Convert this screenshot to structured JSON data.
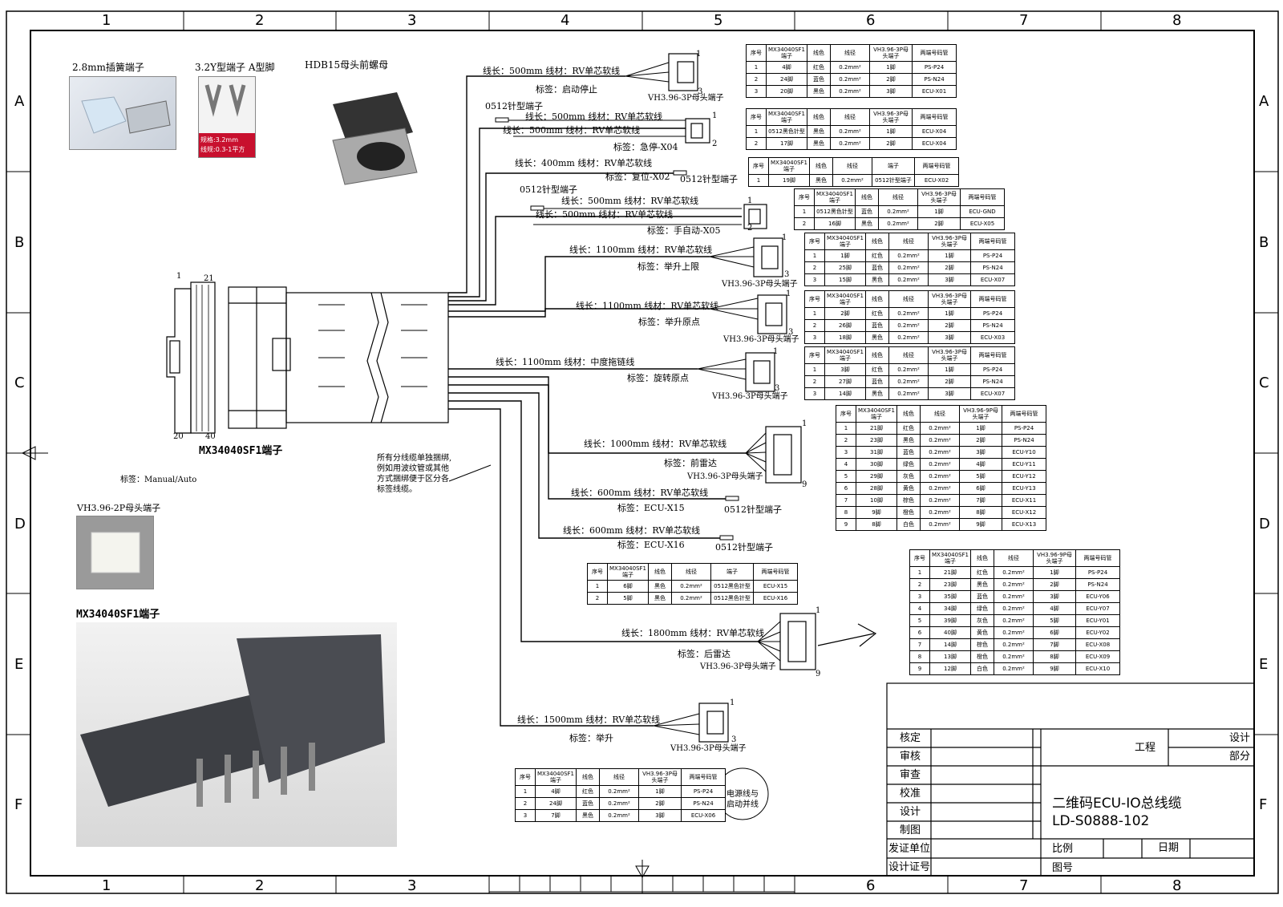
{
  "grid": {
    "cols": [
      "1",
      "2",
      "3",
      "4",
      "5",
      "6",
      "7",
      "8"
    ],
    "rows": [
      "A",
      "B",
      "C",
      "D",
      "E",
      "F"
    ]
  },
  "photos": {
    "spring_terminal": "2.8mm插簧端子",
    "y_terminal": "3.2Y型端子 A型脚",
    "y_spec_1": "规格:3.2mm",
    "y_spec_2": "线规:0.3-1平方",
    "hdb15": "HDB15母头前螺母",
    "vh2p": "VH3.96-2P母头端子",
    "mx_photo": "MX34040SF1端子"
  },
  "connector": {
    "pin_1": "1",
    "pin_21": "21",
    "pin_20": "20",
    "pin_40": "40",
    "name": "MX34040SF1端子",
    "tag": "标签：Manual/Auto"
  },
  "note": {
    "l1": "所有分线缆单独捆绑,",
    "l2": "例如用波纹管或其他",
    "l3": "方式捆绑便于区分各",
    "l4": "标签线缆。"
  },
  "branches": [
    {
      "spec": "线长：500mm    线材：RV单芯软线",
      "tag": "标签：启动停止",
      "conn": "VH3.96-3P母头端子",
      "p1": "1",
      "p3": "3"
    },
    {
      "pre": "0512针型端子",
      "spec": "线长：500mm    线材：RV单芯软线",
      "spec2": "线长：500mm    线材：RV单芯软线",
      "tag": "标签：急停-X04",
      "p1": "1",
      "p2": "2"
    },
    {
      "spec": "线长：400mm    线材：RV单芯软线",
      "tag": "标签：复位-X02",
      "conn": "0512针型端子"
    },
    {
      "pre": "0512针型端子",
      "spec": "线长：500mm    线材：RV单芯软线",
      "spec2": "线长：500mm    线材：RV单芯软线",
      "tag": "标签：手自动-X05",
      "p1": "1",
      "p2": "2"
    },
    {
      "spec": "线长：1100mm    线材：RV单芯软线",
      "tag": "标签：举升上限",
      "conn": "VH3.96-3P母头端子",
      "p1": "1",
      "p3": "3"
    },
    {
      "spec": "线长：1100mm    线材：RV单芯软线",
      "tag": "标签：举升原点",
      "conn": "VH3.96-3P母头端子",
      "p1": "1",
      "p3": "3"
    },
    {
      "spec": "线长：1100mm    线材：中度拖链线",
      "tag": "标签：旋转原点",
      "conn": "VH3.96-3P母头端子",
      "p1": "1",
      "p3": "3"
    },
    {
      "spec": "线长：1000mm    线材：RV单芯软线",
      "tag": "标签：前雷达",
      "conn": "VH3.96-3P母头端子",
      "p1": "1",
      "p9": "9"
    },
    {
      "spec": "线长：600mm    线材：RV单芯软线",
      "tag": "标签：ECU-X15",
      "conn": "0512针型端子"
    },
    {
      "spec": "线长：600mm    线材：RV单芯软线",
      "tag": "标签：ECU-X16",
      "conn": "0512针型端子"
    },
    {
      "spec": "线长：1800mm    线材：RV单芯软线",
      "tag": "标签：后雷达",
      "conn": "VH3.96-3P母头端子",
      "p1": "1",
      "p9": "9"
    },
    {
      "spec": "线长：1500mm    线材：RV单芯软线",
      "tag": "标签：举升",
      "conn": "VH3.96-3P母头端子",
      "p1": "1",
      "p3": "3"
    }
  ],
  "table_header": [
    "序号",
    "MX34040SF1端子",
    "线色",
    "线径",
    "VH3.96-3P母头端子",
    "两端号码管"
  ],
  "table_header_0512": [
    "序号",
    "MX34040SF1端子",
    "线色",
    "线径",
    "端子",
    "两端号码管"
  ],
  "table_header_9p": [
    "序号",
    "MX34040SF1端子",
    "线色",
    "线径",
    "VH3.96-9P母头端子",
    "两端号码管"
  ],
  "tables": [
    {
      "id": "t1",
      "rows": [
        [
          "1",
          "4脚",
          "红色",
          "0.2mm²",
          "1脚",
          "PS-P24"
        ],
        [
          "2",
          "24脚",
          "蓝色",
          "0.2mm²",
          "2脚",
          "PS-N24"
        ],
        [
          "3",
          "20脚",
          "黑色",
          "0.2mm²",
          "3脚",
          "ECU-X01"
        ]
      ]
    },
    {
      "id": "t2",
      "rows": [
        [
          "1",
          "0512黑色针型",
          "黑色",
          "0.2mm²",
          "1脚",
          "ECU-X04"
        ],
        [
          "2",
          "17脚",
          "黑色",
          "0.2mm²",
          "2脚",
          "ECU-X04"
        ]
      ]
    },
    {
      "id": "t3",
      "rows": [
        [
          "1",
          "19脚",
          "黑色",
          "0.2mm²",
          "0512针型端子",
          "ECU-X02"
        ]
      ]
    },
    {
      "id": "t4",
      "rows": [
        [
          "1",
          "0512黑色针型",
          "蓝色",
          "0.2mm²",
          "1脚",
          "ECU-GND"
        ],
        [
          "2",
          "16脚",
          "黑色",
          "0.2mm²",
          "2脚",
          "ECU-X05"
        ]
      ]
    },
    {
      "id": "t5",
      "rows": [
        [
          "1",
          "1脚",
          "红色",
          "0.2mm²",
          "1脚",
          "PS-P24"
        ],
        [
          "2",
          "25脚",
          "蓝色",
          "0.2mm²",
          "2脚",
          "PS-N24"
        ],
        [
          "3",
          "15脚",
          "黑色",
          "0.2mm²",
          "3脚",
          "ECU-X07"
        ]
      ]
    },
    {
      "id": "t6",
      "rows": [
        [
          "1",
          "2脚",
          "红色",
          "0.2mm²",
          "1脚",
          "PS-P24"
        ],
        [
          "2",
          "26脚",
          "蓝色",
          "0.2mm²",
          "2脚",
          "PS-N24"
        ],
        [
          "3",
          "18脚",
          "黑色",
          "0.2mm²",
          "3脚",
          "ECU-X03"
        ]
      ]
    },
    {
      "id": "t7",
      "rows": [
        [
          "1",
          "3脚",
          "红色",
          "0.2mm²",
          "1脚",
          "PS-P24"
        ],
        [
          "2",
          "27脚",
          "蓝色",
          "0.2mm²",
          "2脚",
          "PS-N24"
        ],
        [
          "3",
          "14脚",
          "黑色",
          "0.2mm²",
          "3脚",
          "ECU-X07"
        ]
      ]
    },
    {
      "id": "t8",
      "rows": [
        [
          "1",
          "21脚",
          "红色",
          "0.2mm²",
          "1脚",
          "PS-P24"
        ],
        [
          "2",
          "23脚",
          "黑色",
          "0.2mm²",
          "2脚",
          "PS-N24"
        ],
        [
          "3",
          "31脚",
          "蓝色",
          "0.2mm²",
          "3脚",
          "ECU-Y10"
        ],
        [
          "4",
          "30脚",
          "绿色",
          "0.2mm²",
          "4脚",
          "ECU-Y11"
        ],
        [
          "5",
          "29脚",
          "灰色",
          "0.2mm²",
          "5脚",
          "ECU-Y12"
        ],
        [
          "6",
          "28脚",
          "黄色",
          "0.2mm²",
          "6脚",
          "ECU-Y13"
        ],
        [
          "7",
          "10脚",
          "棕色",
          "0.2mm²",
          "7脚",
          "ECU-X11"
        ],
        [
          "8",
          "9脚",
          "橙色",
          "0.2mm²",
          "8脚",
          "ECU-X12"
        ],
        [
          "9",
          "8脚",
          "白色",
          "0.2mm²",
          "9脚",
          "ECU-X13"
        ]
      ]
    },
    {
      "id": "t9",
      "rows": [
        [
          "1",
          "6脚",
          "黑色",
          "0.2mm²",
          "0512黑色针型",
          "ECU-X15"
        ],
        [
          "2",
          "5脚",
          "黑色",
          "0.2mm²",
          "0512黑色针型",
          "ECU-X16"
        ]
      ]
    },
    {
      "id": "t10",
      "rows": [
        [
          "1",
          "21脚",
          "红色",
          "0.2mm²",
          "1脚",
          "PS-P24"
        ],
        [
          "2",
          "23脚",
          "黑色",
          "0.2mm²",
          "2脚",
          "PS-N24"
        ],
        [
          "3",
          "35脚",
          "蓝色",
          "0.2mm²",
          "3脚",
          "ECU-Y06"
        ],
        [
          "4",
          "34脚",
          "绿色",
          "0.2mm²",
          "4脚",
          "ECU-Y07"
        ],
        [
          "5",
          "39脚",
          "灰色",
          "0.2mm²",
          "5脚",
          "ECU-Y01"
        ],
        [
          "6",
          "40脚",
          "黄色",
          "0.2mm²",
          "6脚",
          "ECU-Y02"
        ],
        [
          "7",
          "14脚",
          "棕色",
          "0.2mm²",
          "7脚",
          "ECU-X08"
        ],
        [
          "8",
          "13脚",
          "橙色",
          "0.2mm²",
          "8脚",
          "ECU-X09"
        ],
        [
          "9",
          "12脚",
          "白色",
          "0.2mm²",
          "9脚",
          "ECU-X10"
        ]
      ]
    },
    {
      "id": "t11",
      "rows": [
        [
          "1",
          "4脚",
          "红色",
          "0.2mm²",
          "1脚",
          "PS-P24"
        ],
        [
          "2",
          "24脚",
          "蓝色",
          "0.2mm²",
          "2脚",
          "PS-N24"
        ],
        [
          "3",
          "7脚",
          "黑色",
          "0.2mm²",
          "3脚",
          "ECU-X06"
        ]
      ]
    }
  ],
  "power_note": {
    "l1": "电源线与",
    "l2": "启动并线"
  },
  "title_block": {
    "r1": "核定",
    "r2": "审核",
    "r3": "审查",
    "r4": "校准",
    "r5": "设计",
    "r6": "制图",
    "r7": "发证单位",
    "r8": "设计证号",
    "project": "工程",
    "design": "设计",
    "part": "部分",
    "title1": "二维码ECU-IO总线缆",
    "title2": "LD-S0888-102",
    "scale": "比例",
    "date": "日期",
    "drawing_no": "图号"
  }
}
